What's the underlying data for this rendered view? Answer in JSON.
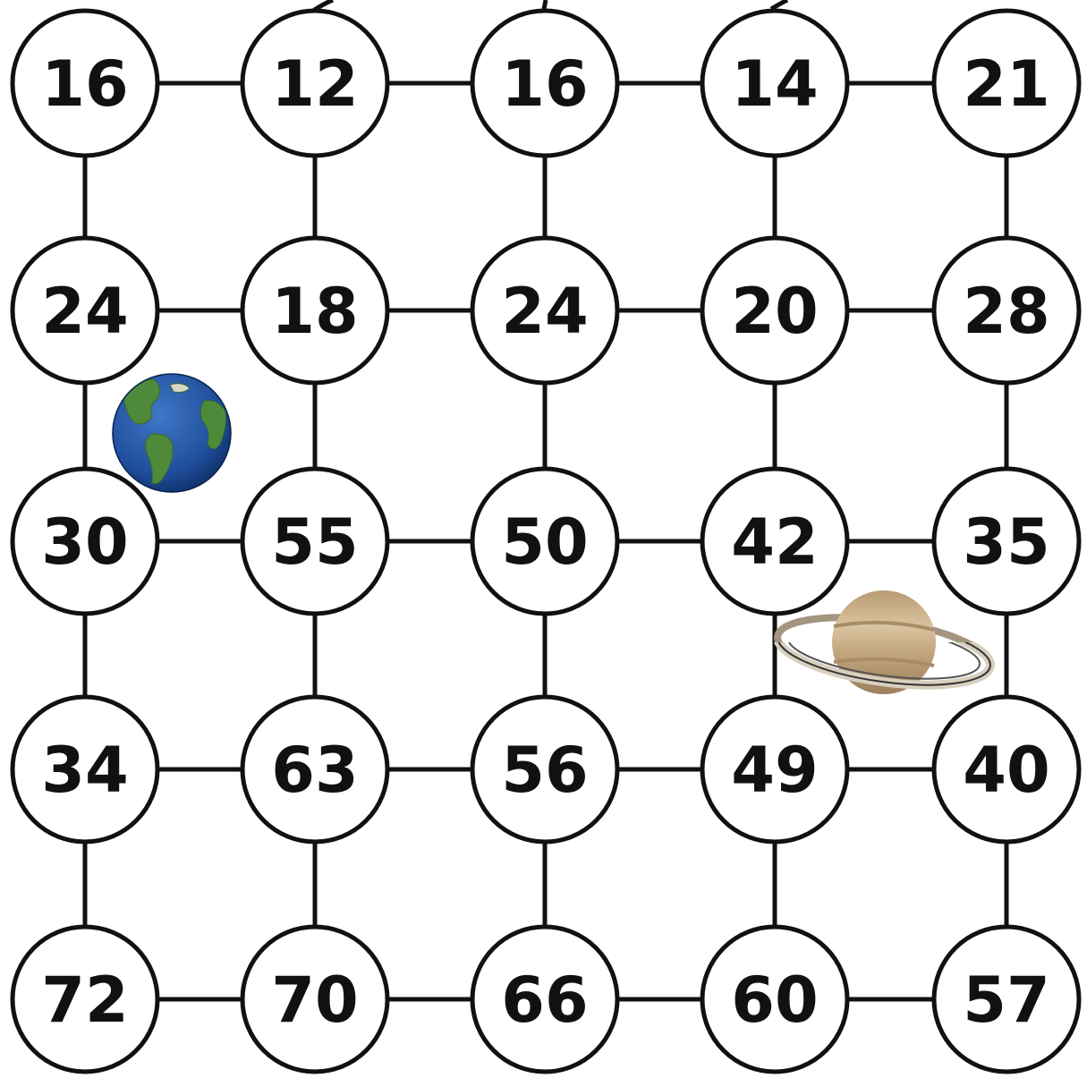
{
  "grid": {
    "rows": [
      [
        "16",
        "12",
        "16",
        "14",
        "21"
      ],
      [
        "24",
        "18",
        "24",
        "20",
        "28"
      ],
      [
        "30",
        "55",
        "50",
        "42",
        "35"
      ],
      [
        "34",
        "63",
        "56",
        "49",
        "40"
      ],
      [
        "72",
        "70",
        "66",
        "60",
        "57"
      ]
    ]
  },
  "pieces": [
    {
      "name": "earth-icon",
      "type": "earth"
    },
    {
      "name": "saturn-icon",
      "type": "saturn"
    }
  ],
  "colors": {
    "line": "#111111",
    "node_fill": "#ffffff",
    "ocean": "#1f4f9c",
    "land": "#4f8a3a",
    "saturn_body": "#c9ae86",
    "saturn_ring": "#8a7a66"
  }
}
